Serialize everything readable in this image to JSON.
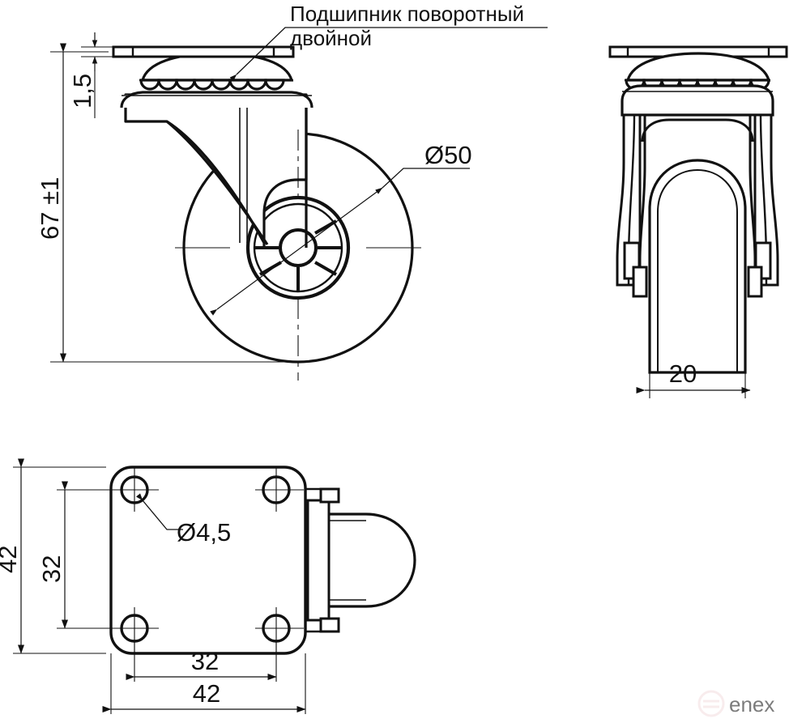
{
  "drawing": {
    "kind": "technical-engineering-drawing",
    "subject": "swivel caster wheel with top mounting plate",
    "units": "mm",
    "line_color": "#111111",
    "background_color": "#ffffff",
    "views": [
      {
        "id": "front-view",
        "name": "front elevation",
        "position": "top-left"
      },
      {
        "id": "side-view",
        "name": "side elevation",
        "position": "top-right"
      },
      {
        "id": "bottom-view",
        "name": "plate plan view",
        "position": "bottom-left"
      }
    ]
  },
  "annotations": {
    "bearing_note_line1": "Подшипник поворотный",
    "bearing_note_line2": "двойной"
  },
  "dimensions": {
    "plate_thickness": "1,5",
    "overall_height": "67 ±1",
    "wheel_diameter": "Ø50",
    "wheel_width": "20",
    "plate_height_outer": "42",
    "plate_hole_spacing_vertical": "32",
    "plate_hole_spacing_horizontal": "32",
    "plate_width_outer": "42",
    "mounting_hole_diameter": "Ø4,5"
  },
  "watermark": {
    "text": "enex",
    "color": "#f7e4e6"
  }
}
